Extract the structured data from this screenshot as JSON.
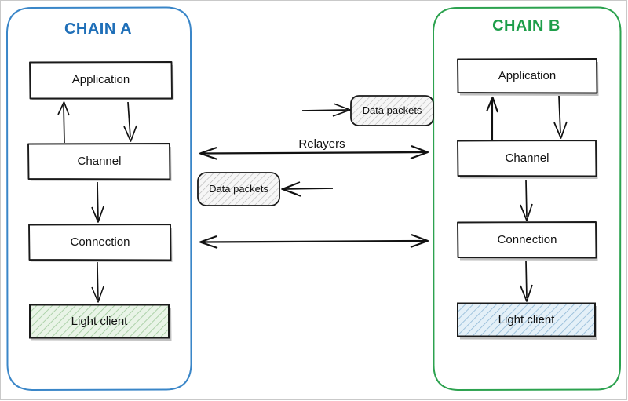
{
  "diagram": {
    "type": "ibc-protocol-layers",
    "chains": [
      {
        "id": "chain-a",
        "title": "CHAIN A",
        "accent_color": "#1f6fb8",
        "light_client_fill": "#e3f2e1",
        "light_client_hatch": "#9ec99a",
        "layers": [
          {
            "id": "application",
            "label": "Application"
          },
          {
            "id": "channel",
            "label": "Channel"
          },
          {
            "id": "connection",
            "label": "Connection"
          },
          {
            "id": "light-client",
            "label": "Light client"
          }
        ]
      },
      {
        "id": "chain-b",
        "title": "CHAIN B",
        "accent_color": "#1e9e4a",
        "light_client_fill": "#dceaf5",
        "light_client_hatch": "#8fb8d6",
        "layers": [
          {
            "id": "application",
            "label": "Application"
          },
          {
            "id": "channel",
            "label": "Channel"
          },
          {
            "id": "connection",
            "label": "Connection"
          },
          {
            "id": "light-client",
            "label": "Light client"
          }
        ]
      }
    ],
    "middle": {
      "relayers_label": "Relayers",
      "packets": [
        {
          "id": "packet-top",
          "label": "Data packets",
          "direction": "left-to-right"
        },
        {
          "id": "packet-bottom",
          "label": "Data packets",
          "direction": "right-to-left"
        }
      ],
      "connector_arrows": [
        {
          "id": "channel-link",
          "style": "double-headed",
          "label": "Relayers"
        },
        {
          "id": "connection-link",
          "style": "double-headed",
          "label": ""
        }
      ]
    },
    "colors": {
      "ink": "#111111",
      "frame": "#c9c9c9",
      "packet_fill": "#f2f2f2",
      "packet_hatch": "#b5b5b5",
      "background": "#ffffff"
    }
  }
}
